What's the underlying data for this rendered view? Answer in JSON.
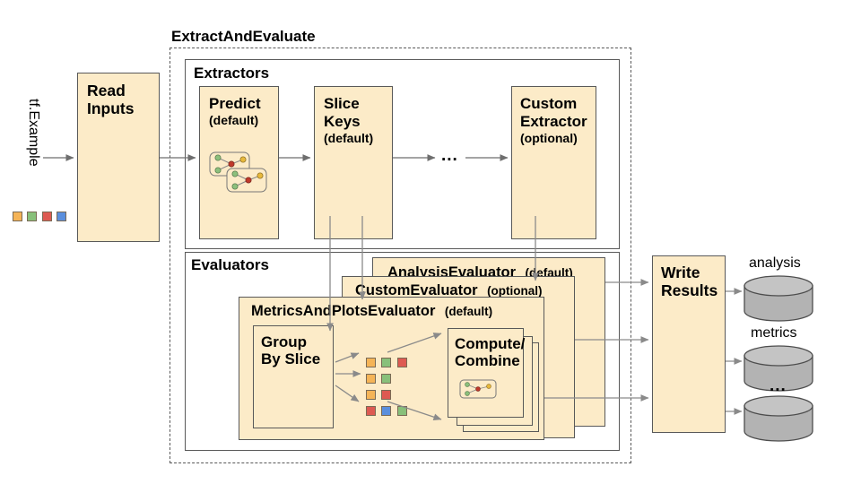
{
  "diagram": {
    "title_outer": "ExtractAndEvaluate",
    "input_label": "tf.Example",
    "groups": {
      "extractors": "Extractors",
      "evaluators": "Evaluators"
    },
    "nodes": {
      "read_inputs": {
        "line1": "Read",
        "line2": "Inputs"
      },
      "predict": {
        "name": "Predict",
        "qualifier": "(default)"
      },
      "slice_keys": {
        "line1": "Slice",
        "line2": "Keys",
        "qualifier": "(default)"
      },
      "ellipsis_extractors": "...",
      "custom_extractor": {
        "line1": "Custom",
        "line2": "Extractor",
        "qualifier": "(optional)"
      },
      "analysis_evaluator": {
        "name": "AnalysisEvaluator",
        "qualifier": "(default)"
      },
      "custom_evaluator": {
        "name": "CustomEvaluator",
        "qualifier": "(optional)"
      },
      "metrics_and_plots_evaluator": {
        "name": "MetricsAndPlotsEvaluator",
        "qualifier": "(default)"
      },
      "group_by_slice": {
        "line1": "Group",
        "line2": "By Slice"
      },
      "compute_combine": {
        "line1": "Compute/",
        "line2": "Combine"
      },
      "write_results": {
        "line1": "Write",
        "line2": "Results"
      }
    },
    "outputs": [
      {
        "label": "analysis"
      },
      {
        "label": "metrics"
      },
      {
        "label": "..."
      }
    ],
    "input_swatches": [
      "#f5b457",
      "#88c07a",
      "#dd5a52",
      "#5b8fdd"
    ],
    "slice_swatch_rows": [
      [
        "#f5b457",
        "#88c07a",
        "#dd5a52"
      ],
      [
        "#f5b457",
        "#88c07a"
      ],
      [
        "#f5b457",
        "#dd5a52"
      ],
      [
        "#dd5a52",
        "#5b8fdd",
        "#88c07a"
      ]
    ],
    "colors": {
      "box_fill": "#fcebc8",
      "box_stroke": "#595959",
      "cylinder_fill": "#b3b3b3",
      "arrow": "#6e6e6e",
      "swatch_orange": "#f5b457",
      "swatch_green": "#88c07a",
      "swatch_red": "#dd5a52",
      "swatch_blue": "#5b8fdd"
    }
  }
}
